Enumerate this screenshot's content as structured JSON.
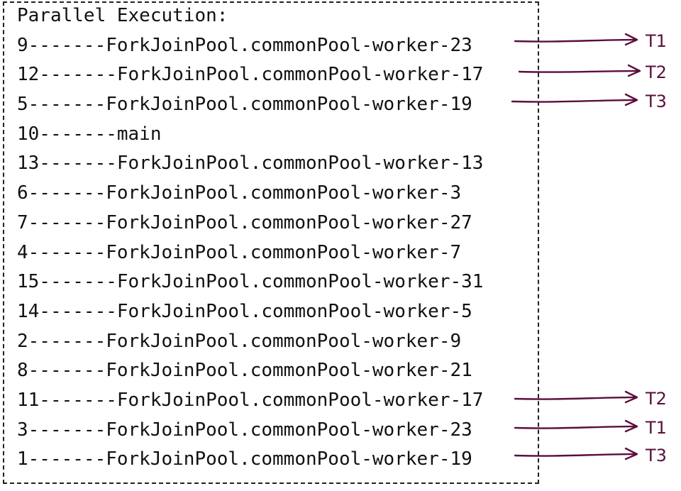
{
  "console": {
    "lines": [
      "Parallel Execution:",
      "9-------ForkJoinPool.commonPool-worker-23",
      "12-------ForkJoinPool.commonPool-worker-17",
      "5-------ForkJoinPool.commonPool-worker-19",
      "10-------main",
      "13-------ForkJoinPool.commonPool-worker-13",
      "6-------ForkJoinPool.commonPool-worker-3",
      "7-------ForkJoinPool.commonPool-worker-27",
      "4-------ForkJoinPool.commonPool-worker-7",
      "15-------ForkJoinPool.commonPool-worker-31",
      "14-------ForkJoinPool.commonPool-worker-5",
      "2-------ForkJoinPool.commonPool-worker-9",
      "8-------ForkJoinPool.commonPool-worker-21",
      "11-------ForkJoinPool.commonPool-worker-17",
      "3-------ForkJoinPool.commonPool-worker-23",
      "1-------ForkJoinPool.commonPool-worker-19"
    ]
  },
  "annotations": {
    "color": "#5a0f3c",
    "labels": [
      "T1",
      "T2",
      "T3",
      "T2",
      "T1",
      "T3"
    ]
  }
}
